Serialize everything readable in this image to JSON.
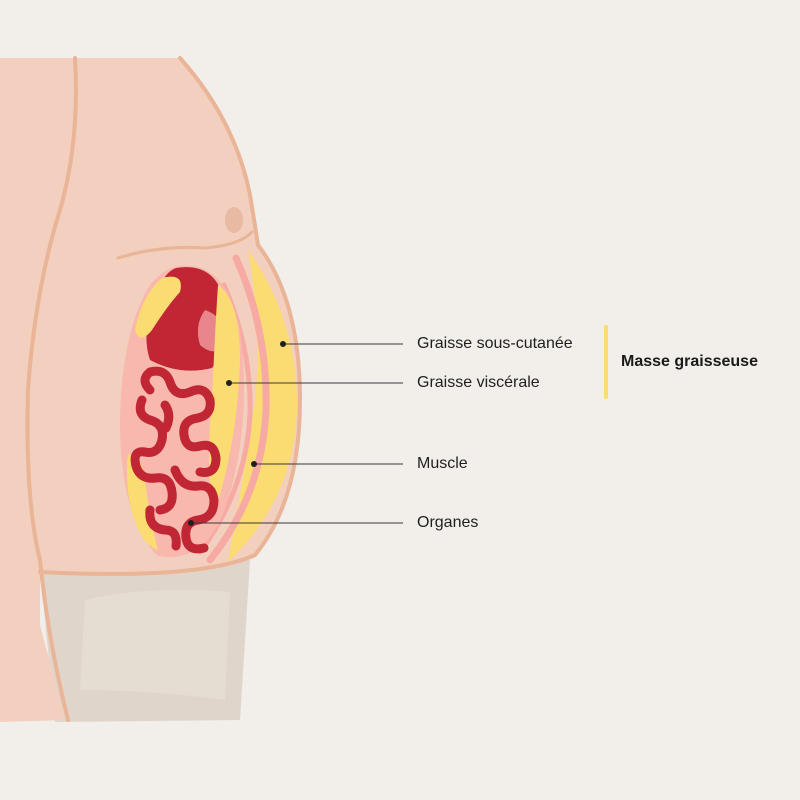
{
  "labels": {
    "subcutaneous_fat": "Graisse sous-cutanée",
    "visceral_fat": "Graisse viscérale",
    "muscle": "Muscle",
    "organs": "Organes"
  },
  "group": {
    "label": "Masse graisseuse"
  },
  "colors": {
    "background": "#f2eee9",
    "skin": "#f2cfbe",
    "skin_outline": "#eab597",
    "fat": "#fbdc72",
    "muscle": "#f6aaa3",
    "organ_dark": "#c02633",
    "organ_light": "#d4303d",
    "cavity": "#f8b8ae",
    "underwear": "#dfd5cb",
    "leader_line": "#3a3a3a"
  }
}
